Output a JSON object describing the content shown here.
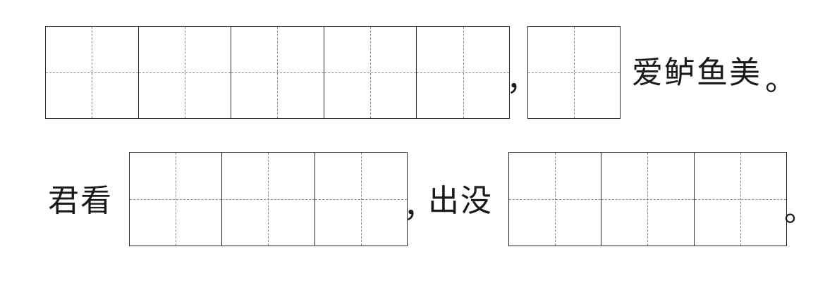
{
  "line1": {
    "grid_a_cells": 5,
    "comma": "，",
    "grid_b_cells": 1,
    "tail_text": "爱鲈鱼美",
    "end_mark": "。"
  },
  "line2": {
    "lead_text": "君看",
    "grid_a_cells": 3,
    "comma": "，",
    "middle_text": "出没",
    "grid_b_cells": 3,
    "end_mark": "。"
  }
}
